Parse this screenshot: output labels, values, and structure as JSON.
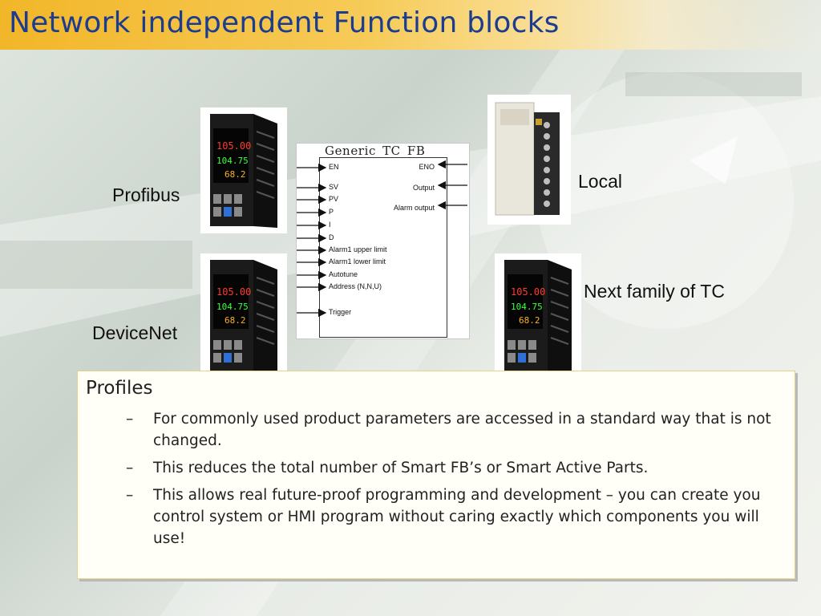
{
  "slide": {
    "title": "Network independent Function blocks"
  },
  "labels": {
    "profibus": "Profibus",
    "devicenet": "DeviceNet",
    "local": "Local",
    "next_family": "Next family of TC"
  },
  "device_display": {
    "pv": "105.00",
    "sv": "104.75",
    "mv": "68.2"
  },
  "function_block": {
    "name": "Generic_TC_FB",
    "inputs": [
      "EN",
      "SV",
      "PV",
      "P",
      "I",
      "D",
      "Alarm1 upper limit",
      "Alarm1 lower limit",
      "Autotune",
      "Address (N,N,U)",
      "Trigger"
    ],
    "outputs": [
      "ENO",
      "Output",
      "Alarm output"
    ]
  },
  "profiles": {
    "heading": "Profiles",
    "bullet_marker": "–",
    "bullets": [
      "For commonly used product parameters are accessed in a standard way that is not changed.",
      "This reduces the total number of Smart FB’s or Smart Active Parts.",
      "This allows real future-proof programming and development – you can create you control system or HMI program without caring exactly which components you will use!"
    ]
  },
  "colors": {
    "title_text": "#1c3d8f",
    "title_bar": "#f2b629",
    "box_border": "#ded48a"
  }
}
